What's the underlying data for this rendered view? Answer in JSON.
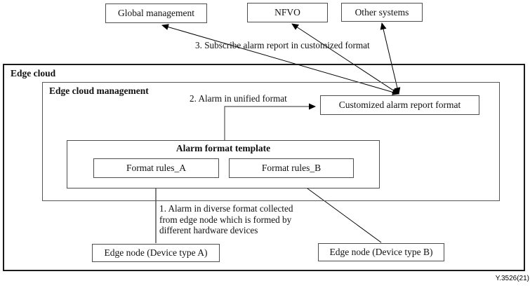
{
  "figure_tag": "Y.3526(21)",
  "colors": {
    "background": "#ffffff",
    "outer_border": "#1a1a1a",
    "box_border": "#4d4d4d",
    "line": "#000000",
    "connector_gray": "#555555"
  },
  "nodes": {
    "global_management": "Global management",
    "nfvo": "NFVO",
    "other_systems": "Other systems",
    "edge_cloud": "Edge cloud",
    "edge_cloud_management": "Edge cloud management",
    "customized_alarm_report_format": "Customized alarm report format",
    "alarm_format_template": "Alarm format template",
    "format_rules_a": "Format rules_A",
    "format_rules_b": "Format rules_B",
    "edge_node_a": "Edge node (Device type A)",
    "edge_node_b": "Edge node (Device type B)"
  },
  "annotations": {
    "step3": "3. Subscribe alarm report in customized format",
    "step2": "2. Alarm in unified format",
    "step1": [
      "1. Alarm in diverse format collected",
      "from edge node which is formed by",
      "different hardware devices"
    ]
  }
}
